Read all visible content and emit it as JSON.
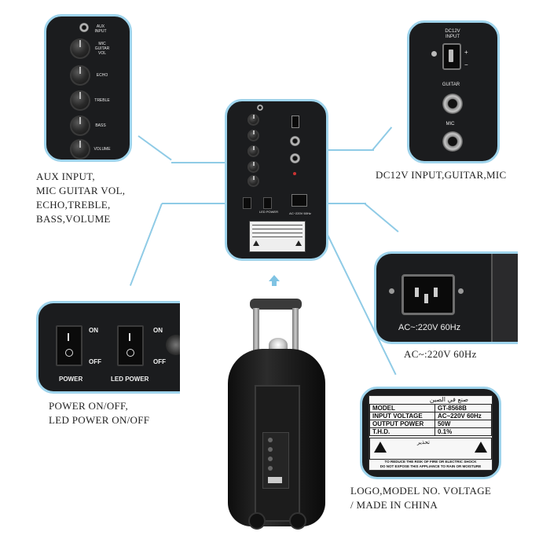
{
  "captions": {
    "aux": "AUX INPUT,\nMIC GUITAR VOL,\nECHO,TREBLE,\nBASS,VOLUME",
    "dc": "DC12V INPUT,GUITAR,MIC",
    "ac": "AC~:220V 60Hz",
    "power": "POWER ON/OFF,\nLED POWER ON/OFF",
    "logo": "LOGO,MODEL NO. VOLTAGE\n/ MADE IN CHINA"
  },
  "knob_panel": {
    "aux": "AUX\nINPUT",
    "mic": "MIC\nGUITAR\nVOL",
    "echo": "ECHO",
    "treble": "TREBLE",
    "bass": "BASS",
    "volume": "VOLUME"
  },
  "dc_panel": {
    "dc": "DC12V\nINPUT",
    "plus": "+",
    "minus": "−",
    "guitar": "GUITAR",
    "mic": "MIC"
  },
  "ac_panel": {
    "label": "AC~:220V 60Hz"
  },
  "switch_panel": {
    "on": "ON",
    "off": "OFF",
    "power": "POWER",
    "led_power": "LED POWER"
  },
  "label_panel": {
    "arabic_header": "صنع في الصين",
    "rows": [
      [
        "MODEL",
        "GT-8568B"
      ],
      [
        "INPUT VOLTAGE",
        "AC~220V 60Hz"
      ],
      [
        "OUTPUT POWER",
        "50W"
      ],
      [
        "T.H.D.",
        "0.1%"
      ]
    ],
    "warning_ar": "تحذير",
    "warning_1": "TO REDUCE THE RISK OF FIRE OR ELECTRIC SHOCK",
    "warning_2": "DO NOT EXPOSE THIS APPLIANCE TO RAIN OR MOISTURE"
  },
  "center_panel": {
    "ac": "AC~220V 60Hz",
    "led_power": "LED POWER"
  },
  "colors": {
    "panel_border": "#9fd4ec",
    "connector_line": "#8fcbe6",
    "panel_fill": "#1b1c1e"
  }
}
